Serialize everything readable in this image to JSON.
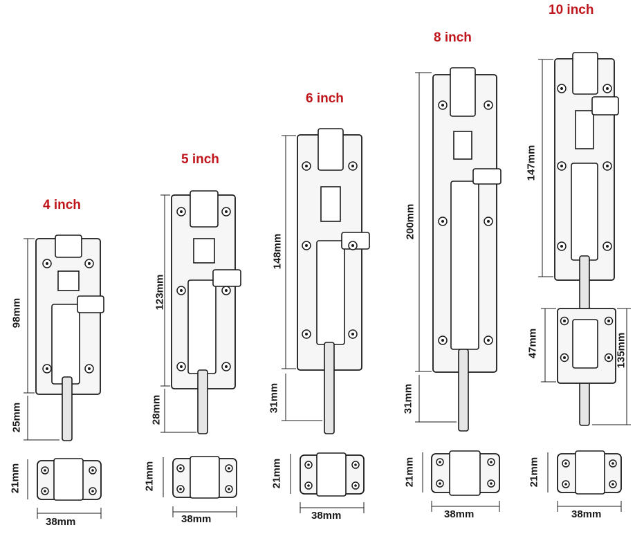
{
  "colors": {
    "label": "#c0141b",
    "line": "#1a1a1a",
    "fill": "#f4f4f4"
  },
  "bolts": [
    {
      "size": "4 inch",
      "plate_length": "98mm",
      "bolt_extension": "25mm",
      "keeper_height": "21mm",
      "keeper_width": "38mm"
    },
    {
      "size": "5 inch",
      "plate_length": "123mm",
      "bolt_extension": "28mm",
      "keeper_height": "21mm",
      "keeper_width": "38mm"
    },
    {
      "size": "6 inch",
      "plate_length": "148mm",
      "bolt_extension": "31mm",
      "keeper_height": "21mm",
      "keeper_width": "38mm"
    },
    {
      "size": "8 inch",
      "plate_length": "200mm",
      "bolt_extension": "31mm",
      "keeper_height": "21mm",
      "keeper_width": "38mm"
    },
    {
      "size": "10 inch",
      "plate_length": "147mm",
      "lower_plate_length": "47mm",
      "total_lower_length": "135mm",
      "keeper_height": "21mm",
      "keeper_width": "38mm"
    }
  ]
}
